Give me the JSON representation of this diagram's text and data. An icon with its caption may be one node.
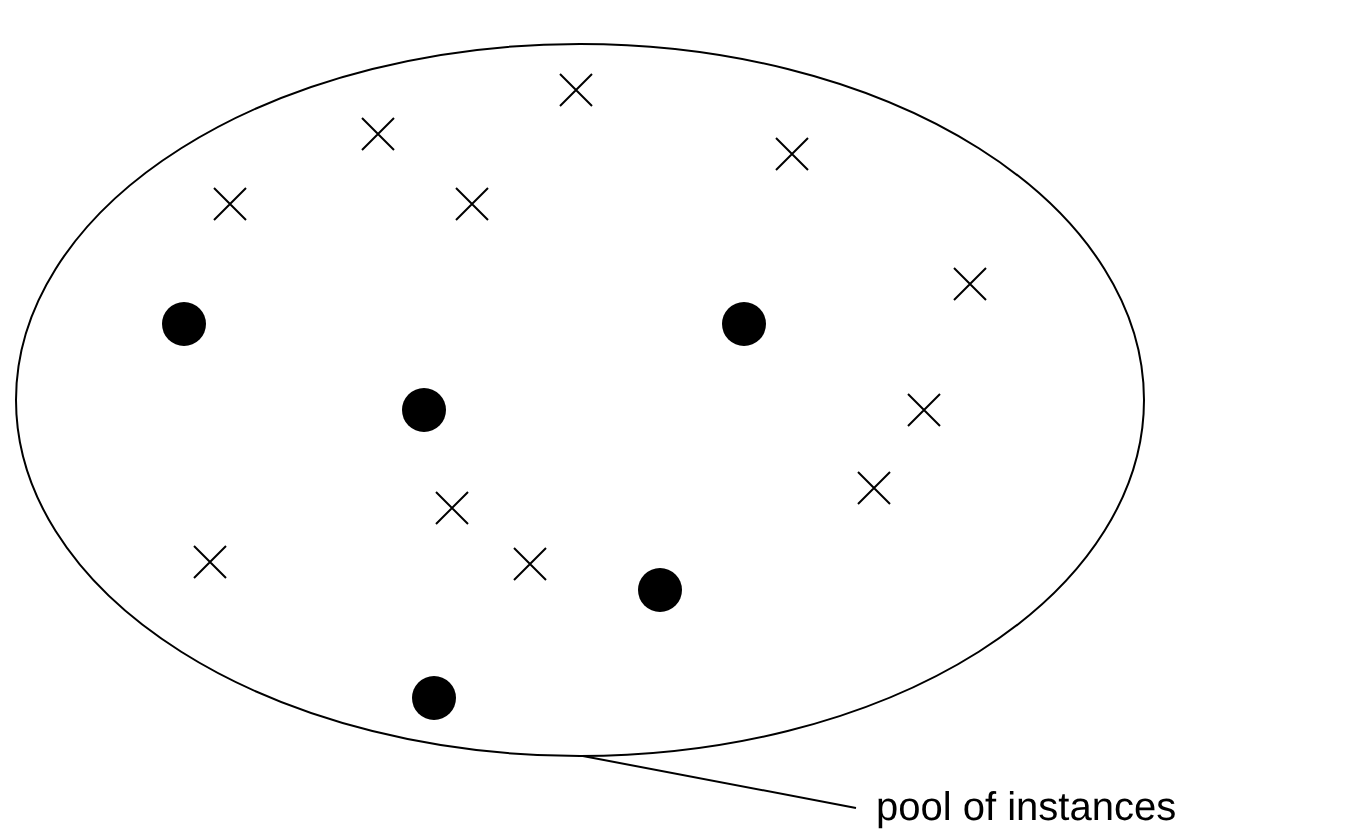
{
  "diagram": {
    "nodes": [
      {
        "text": [],
        "shape": "ellipse"
      },
      {
        "text": [
          "pool of instances"
        ]
      }
    ],
    "edges": [
      {
        "from": 1,
        "to": 0,
        "arrow": "none"
      }
    ]
  }
}
